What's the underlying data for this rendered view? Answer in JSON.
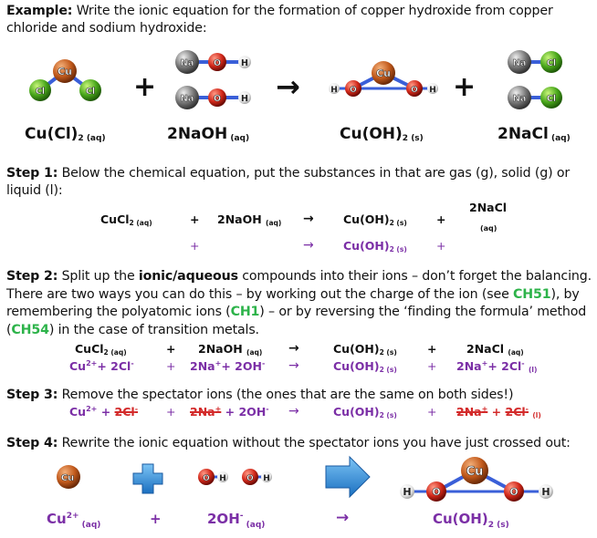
{
  "example": {
    "label": "Example:",
    "text": " Write the ionic equation for the formation of copper hydroxide from copper chloride and sodium hydroxide:"
  },
  "molecules": {
    "cu": "Cu",
    "cl": "Cl",
    "na": "Na",
    "o": "O",
    "h": "H"
  },
  "top_equation": {
    "r1": "Cu(Cl)",
    "r1_sub": "2 (aq)",
    "r2": "2NaOH",
    "r2_sub": " (aq)",
    "p1": "Cu(OH)",
    "p1_sub": "2 (s)",
    "p2": "2NaCl",
    "p2_sub": " (aq)",
    "plus": "+",
    "arrow": "→"
  },
  "step1": {
    "label": "Step 1:",
    "text": " Below the chemical equation, put the substances in that are gas (g), solid (g) or liquid (l):",
    "row1": [
      "CuCl",
      "2 (aq)",
      "+",
      "2NaOH",
      "(aq)",
      "→",
      "Cu(OH)",
      "2 (s)",
      "+",
      "2NaCl",
      "(aq)"
    ],
    "row2": [
      "+",
      "→",
      "Cu(OH)",
      "2 (s)",
      "+"
    ]
  },
  "step2": {
    "label": "Step 2:",
    "t1": " Split up the ",
    "t1b": "ionic/aqueous",
    "t2": " compounds into their ions – don’t forget the balancing. There are two ways you can do this – by working out the charge of the ion (see ",
    "ref1": "CH51",
    "t3": "), by remembering the polyatomic ions (",
    "ref2": "CH1",
    "t4": ") – or by reversing the ‘finding the formula’ method (",
    "ref3": "CH54",
    "t5": ") in the case of transition metals.",
    "row1": [
      "CuCl",
      "2 (aq)",
      "+",
      "2NaOH",
      "(aq)",
      "→",
      "Cu(OH)",
      "2 (s)",
      "+",
      "2NaCl",
      "(aq)"
    ],
    "row2": [
      "Cu",
      "2+",
      "+ 2Cl",
      "-",
      "+",
      "2Na",
      "+",
      "+ 2OH",
      "-",
      "→",
      "Cu(OH)",
      "2 (s)",
      "+",
      "2Na",
      "+",
      "+ 2Cl",
      "-",
      "(l)"
    ]
  },
  "step3": {
    "label": "Step 3:",
    "text": " Remove the spectator ions (the ones that are the same on both sides!)",
    "row": [
      "Cu",
      "2+",
      " + ",
      "2Cl",
      "-",
      "+",
      "2Na",
      "+",
      " + 2OH",
      "-",
      "→",
      "Cu(OH)",
      "2 (s)",
      "+",
      "2Na",
      "+",
      " + ",
      "2Cl",
      "-",
      "(l)"
    ]
  },
  "step4": {
    "label": "Step 4:",
    "text": " Rewrite the ionic equation without the spectator ions you have just crossed out:",
    "bottom": [
      "Cu",
      "2+",
      " (aq)",
      "+",
      "2OH",
      "-",
      " (aq)",
      "→",
      "Cu(OH)",
      "2 (s)"
    ]
  },
  "colors": {
    "green": "#2db34a",
    "purple": "#7b2fa6",
    "red": "#d32a2a",
    "blue": "#2a8fd8"
  }
}
